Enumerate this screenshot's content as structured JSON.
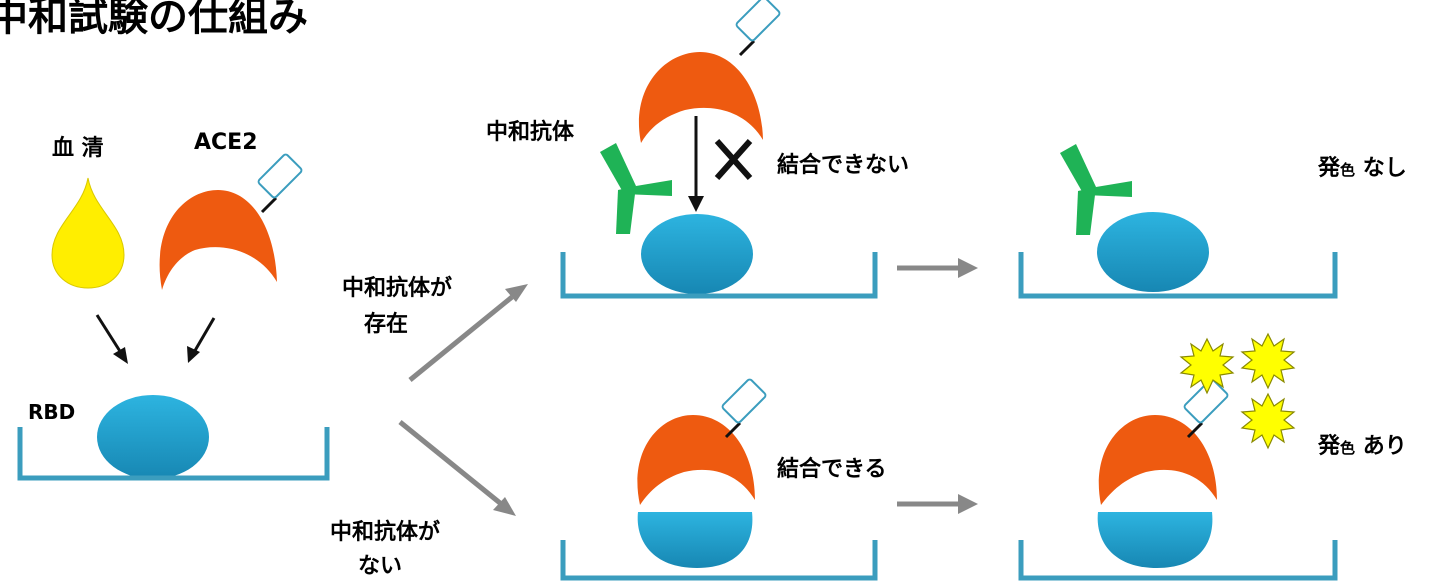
{
  "title": "中和試験の仕組み",
  "labels": {
    "serum": "血 清",
    "ace2": "ACE2",
    "rbd": "RBD",
    "antibody_present_line1": "中和抗体が",
    "antibody_present_line2": "存在",
    "antibody_absent_line1": "中和抗体が",
    "antibody_absent_line2": "ない",
    "neutralizing_antibody": "中和抗体",
    "cannot_bind": "結合できない",
    "can_bind": "結合できる",
    "color_none_kanji": "発",
    "color_none_small": "色",
    "color_none_rest": " なし",
    "color_yes_kanji": "発",
    "color_yes_small": "色",
    "color_yes_rest": " あり"
  },
  "colors": {
    "rbd": "#1ea2d2",
    "ace2": "#ee5a10",
    "antibody": "#1fb356",
    "serum": "#ffee00",
    "well": "#3b9dbe",
    "arrow_gray": "#888888",
    "star": "#ffff00"
  }
}
